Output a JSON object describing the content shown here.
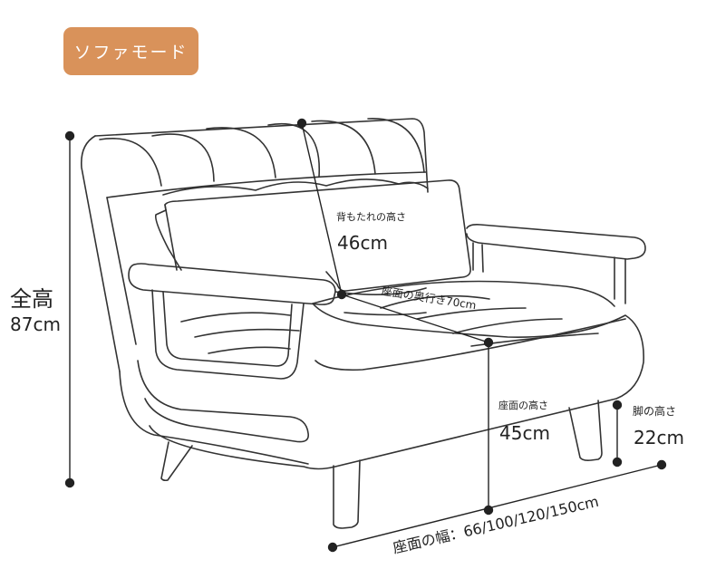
{
  "mode_badge": {
    "label": "ソファモード",
    "color": "#d9925a"
  },
  "dimensions": {
    "total_height": {
      "title": "全高",
      "value": "87cm"
    },
    "backrest_height": {
      "title": "背もたれの高さ",
      "value": "46cm"
    },
    "seat_depth": {
      "text": "座面の奥行き70cm"
    },
    "seat_height": {
      "title": "座面の高さ",
      "value": "45cm"
    },
    "leg_height": {
      "title": "脚の高さ",
      "value": "22cm"
    },
    "seat_width": {
      "text": "座面の幅：66/100/120/150cm"
    }
  },
  "illustration": {
    "subject": "sofa-bed-line-drawing",
    "stroke_color": "#333333"
  }
}
